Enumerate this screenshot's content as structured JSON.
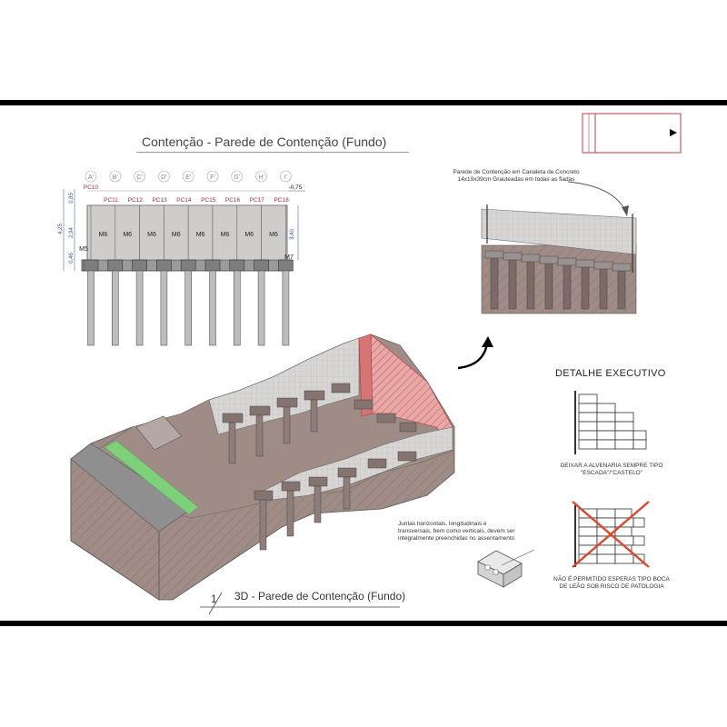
{
  "sheet": {
    "title": "Contenção - Parede de Contenção (Fundo)",
    "view_number": "1",
    "view_caption": "3D - Parede de Contenção (Fundo)"
  },
  "elevation": {
    "grid_labels": [
      "A'",
      "B'",
      "C'",
      "D'",
      "E'",
      "F'",
      "G'",
      "H'",
      "I'"
    ],
    "column_labels": [
      "PC10",
      "PC11",
      "PC12",
      "PC13",
      "PC14",
      "PC15",
      "PC16",
      "PC17",
      "PC18"
    ],
    "panel_label": "M6",
    "panel_count": 8,
    "left_wall_label": "M5",
    "right_wall_label": "M7",
    "level_label": "-0,75",
    "dims_left": [
      "0,85",
      "4,25",
      "2,94",
      "0,46"
    ],
    "dim_right": "3,40"
  },
  "section_note": {
    "text_line1": "Parede de Contenção em Canaleta de Concreto",
    "text_line2": "14x19x39cm Grauteadas em todas as fiadas"
  },
  "joint_note": {
    "line1": "Juntas horizontais, longitudinais e",
    "line2": "transversais, bem como verticais, devem ser",
    "line3": "integralmente preenchidas no assentamento"
  },
  "detail": {
    "title": "DETALHE EXECUTIVO",
    "good_line1": "DEIXAR A ALVENARIA SEMPRE TIPO",
    "good_line2": "\"ESCADA\"/\"CASTELO\"",
    "bad_line1": "NÃO É PERMITIDO ESPERAS TIPO BOCA",
    "bad_line2": "DE LEÃO SOB RISCO DE PATOLOGIA"
  },
  "colors": {
    "soil": "#a08c86",
    "wall": "#c9c6c4",
    "accent_red": "#e04a4a",
    "title_red": "#a8283a",
    "green_strip": "#7fd07a"
  }
}
